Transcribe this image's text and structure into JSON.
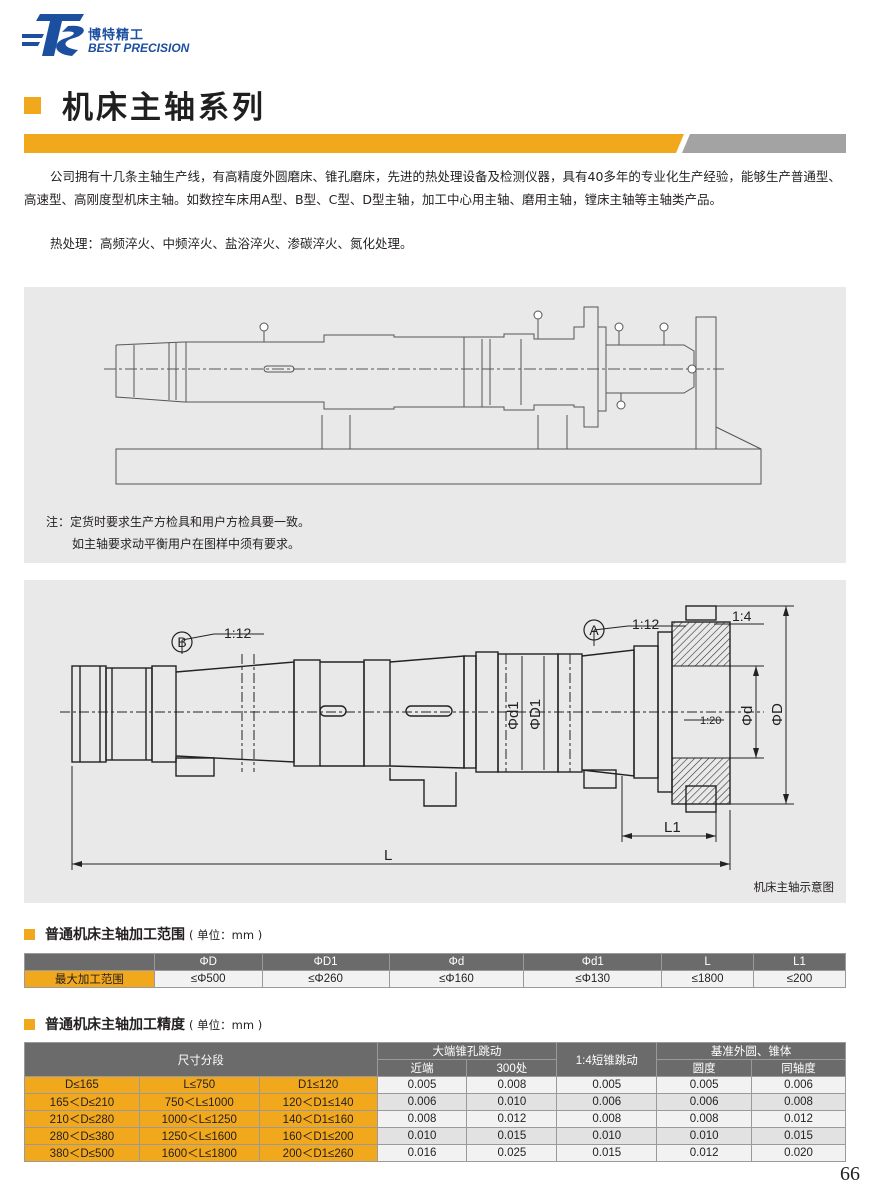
{
  "brand": {
    "cn": "博特精工",
    "en": "BEST PRECISION"
  },
  "title": "机床主轴系列",
  "intro": "公司拥有十几条主轴生产线，有高精度外圆磨床、锥孔磨床，先进的热处理设备及检测仪器，具有40多年的专业化生产经验，能够生产普通型、高速型、高刚度型机床主轴。如数控车床用A型、B型、C型、D型主轴，加工中心用主轴、磨用主轴，镗床主轴等主轴类产品。",
  "heat": "热处理：高频淬火、中频淬火、盐浴淬火、渗碳淬火、氮化处理。",
  "notes": {
    "line1": "注：定货时要求生产方检具和用户方检具要一致。",
    "line2": "如主轴要求动平衡用户在图样中须有要求。"
  },
  "drawing": {
    "caption": "机床主轴示意图",
    "labels": {
      "B": "B",
      "A": "A",
      "taper_b": "1:12",
      "taper_a": "1:12",
      "taper_flange": "1:4",
      "taper_inner": "1:20",
      "d1": "Φd1",
      "D1": "ΦD1",
      "d": "Φd",
      "D": "ΦD",
      "L1": "L1",
      "L": "L"
    }
  },
  "range_table": {
    "title": "普通机床主轴加工范围",
    "unit": "( 单位：mm )",
    "headers": [
      "",
      "ΦD",
      "ΦD1",
      "Φd",
      "Φd1",
      "L",
      "L1"
    ],
    "row_label": "最大加工范围",
    "values": [
      "≤Φ500",
      "≤Φ260",
      "≤Φ160",
      "≤Φ130",
      "≤1800",
      "≤200"
    ]
  },
  "precision_table": {
    "title": "普通机床主轴加工精度",
    "unit": "( 单位：mm )",
    "header": {
      "size": "尺寸分段",
      "taper_runout": "大端锥孔跳动",
      "near": "近端",
      "far": "300处",
      "short_taper": "1:4短锥跳动",
      "datum": "基准外圆、锥体",
      "roundness": "圆度",
      "coaxial": "同轴度"
    },
    "rows": [
      [
        "D≤165",
        "L≤750",
        "D1≤120",
        "0.005",
        "0.008",
        "0.005",
        "0.005",
        "0.006"
      ],
      [
        "165＜D≤210",
        "750＜L≤1000",
        "120＜D1≤140",
        "0.006",
        "0.010",
        "0.006",
        "0.006",
        "0.008"
      ],
      [
        "210＜D≤280",
        "1000＜L≤1250",
        "140＜D1≤160",
        "0.008",
        "0.012",
        "0.008",
        "0.008",
        "0.012"
      ],
      [
        "280＜D≤380",
        "1250＜L≤1600",
        "160＜D1≤200",
        "0.010",
        "0.015",
        "0.010",
        "0.010",
        "0.015"
      ],
      [
        "380＜D≤500",
        "1600＜L≤1800",
        "200＜D1≤260",
        "0.016",
        "0.025",
        "0.015",
        "0.012",
        "0.020"
      ]
    ]
  },
  "page_number": "66",
  "colors": {
    "accent": "#f2a81d",
    "brand": "#1d4fa0",
    "header_gray": "#6b6b6b"
  }
}
